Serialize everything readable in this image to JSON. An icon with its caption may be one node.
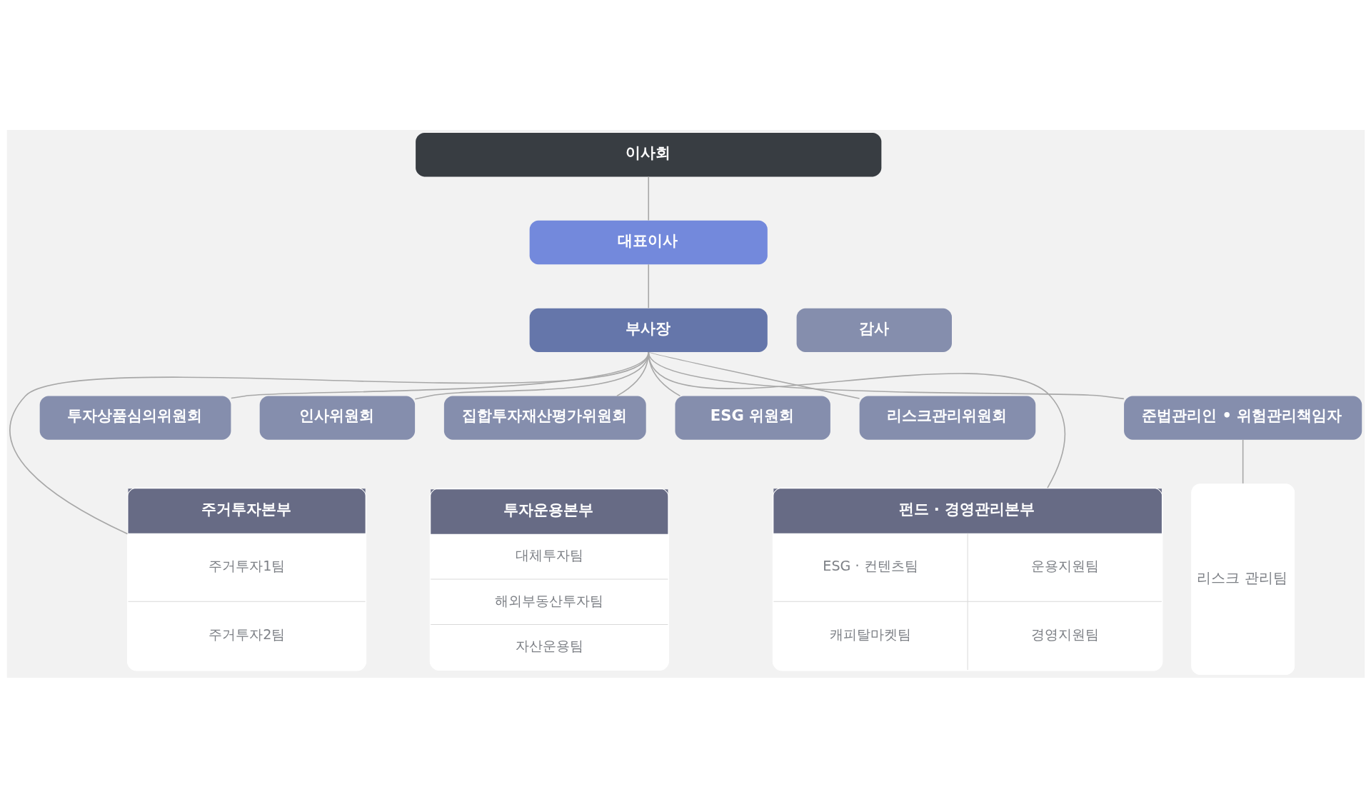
{
  "diagram": {
    "nodes": [
      {
        "text": [
          "이사회"
        ]
      },
      {
        "text": [
          "대표이사"
        ]
      },
      {
        "text": [
          "부사장"
        ]
      },
      {
        "text": [
          "감사"
        ]
      },
      {
        "text": [
          "투자상품심의위원회"
        ]
      },
      {
        "text": [
          "인사위원회"
        ]
      },
      {
        "text": [
          "집합투자재산평가위원회"
        ]
      },
      {
        "text": [
          "ESG 위원회"
        ]
      },
      {
        "text": [
          "리스크관리위원회"
        ]
      },
      {
        "text": [
          "준법관리인 • 위험관리책임자"
        ]
      },
      {
        "text": [
          "주거투자본부",
          "주거투자1팀",
          "주거투자2팀"
        ]
      },
      {
        "text": [
          "투자운용본부",
          "대체투자팀",
          "해외부동산투자팀",
          "자산운용팀"
        ]
      },
      {
        "text": [
          "펀드 · 경영관리본부",
          "ESG · 컨텐츠팀",
          "운용지원팀",
          "캐피탈마켓팀",
          "경영지원팀"
        ]
      },
      {
        "text": [
          "리스크 관리팀"
        ]
      }
    ],
    "edges": [
      {
        "from": 0,
        "to": 1,
        "arrow": "none"
      },
      {
        "from": 1,
        "to": 2,
        "arrow": "none"
      },
      {
        "from": 2,
        "to": 4,
        "arrow": "none"
      },
      {
        "from": 2,
        "to": 5,
        "arrow": "none"
      },
      {
        "from": 2,
        "to": 6,
        "arrow": "none"
      },
      {
        "from": 2,
        "to": 7,
        "arrow": "none"
      },
      {
        "from": 2,
        "to": 8,
        "arrow": "none"
      },
      {
        "from": 2,
        "to": 9,
        "arrow": "none"
      },
      {
        "from": 2,
        "to": 10,
        "arrow": "none"
      },
      {
        "from": 2,
        "to": 12,
        "arrow": "none"
      },
      {
        "from": 9,
        "to": 13,
        "arrow": "none"
      }
    ]
  }
}
